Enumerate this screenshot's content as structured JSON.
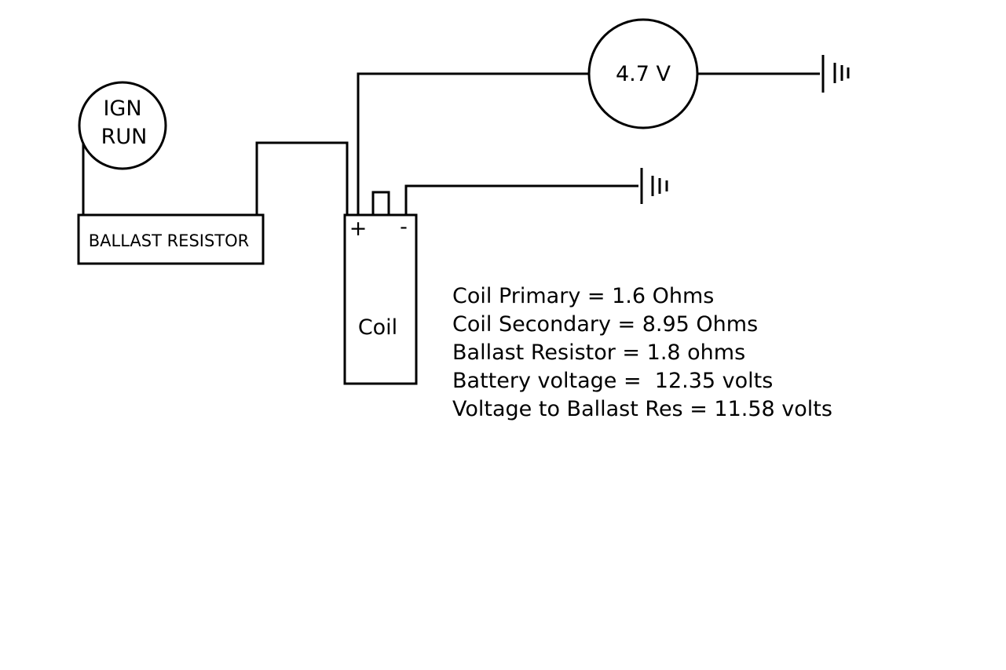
{
  "components": {
    "ign_run": {
      "line1": "IGN",
      "line2": "RUN"
    },
    "ballast_resistor": {
      "label": "BALLAST RESISTOR"
    },
    "coil": {
      "label": "Coil",
      "plus": "+",
      "minus": "-"
    },
    "meter": {
      "reading": "4.7 V"
    }
  },
  "notes": [
    "Coil Primary = 1.6 Ohms",
    "Coil Secondary = 8.95 Ohms",
    "Ballast Resistor = 1.8 ohms",
    "Battery voltage =  12.35 volts",
    "Voltage to Ballast Res = 11.58 volts"
  ]
}
